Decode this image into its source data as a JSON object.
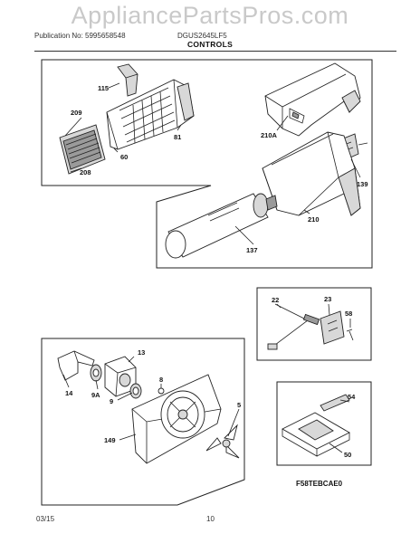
{
  "watermark": "AppliancePartsPros.com",
  "header": {
    "publication": "Publication No: 5995658548",
    "model": "DGUS2645LF5"
  },
  "title": "CONTROLS",
  "footer": {
    "date": "03/15",
    "page": "10"
  },
  "diagram_code": "F58TEBCAE0",
  "callouts": {
    "c115": "115",
    "c209": "209",
    "c60": "60",
    "c81": "81",
    "c208": "208",
    "c210A": "210A",
    "c139": "139",
    "c210": "210",
    "c137": "137",
    "c22": "22",
    "c23": "23",
    "c58": "58",
    "c13": "13",
    "c14": "14",
    "c9A": "9A",
    "c8": "8",
    "c9": "9",
    "c5": "5",
    "c149": "149",
    "c54": "54",
    "c50": "50"
  }
}
